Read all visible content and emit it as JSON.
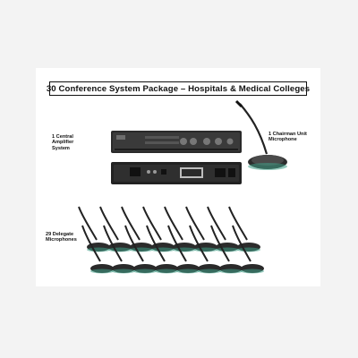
{
  "title": "30 Conference System Package – Hospitals & Medical Colleges",
  "labels": {
    "amplifier": [
      "1 Central",
      "Amplifier",
      "System"
    ],
    "chairman": [
      "1 Chairman Unit",
      "Microphone"
    ],
    "delegates": [
      "29 Delegate",
      "Microphones"
    ]
  },
  "icons": {
    "amplifier": "amplifier-front-panel-icon",
    "amplifier_back": "amplifier-rear-panel-icon",
    "chairman": "chairman-gooseneck-microphone-icon",
    "delegate": "delegate-gooseneck-microphone-icon"
  },
  "colors": {
    "background": "#f3f3f3",
    "card": "#ffffff",
    "device": "#2b2b2b",
    "base_ring": "#3f9f86",
    "text": "#111111"
  }
}
